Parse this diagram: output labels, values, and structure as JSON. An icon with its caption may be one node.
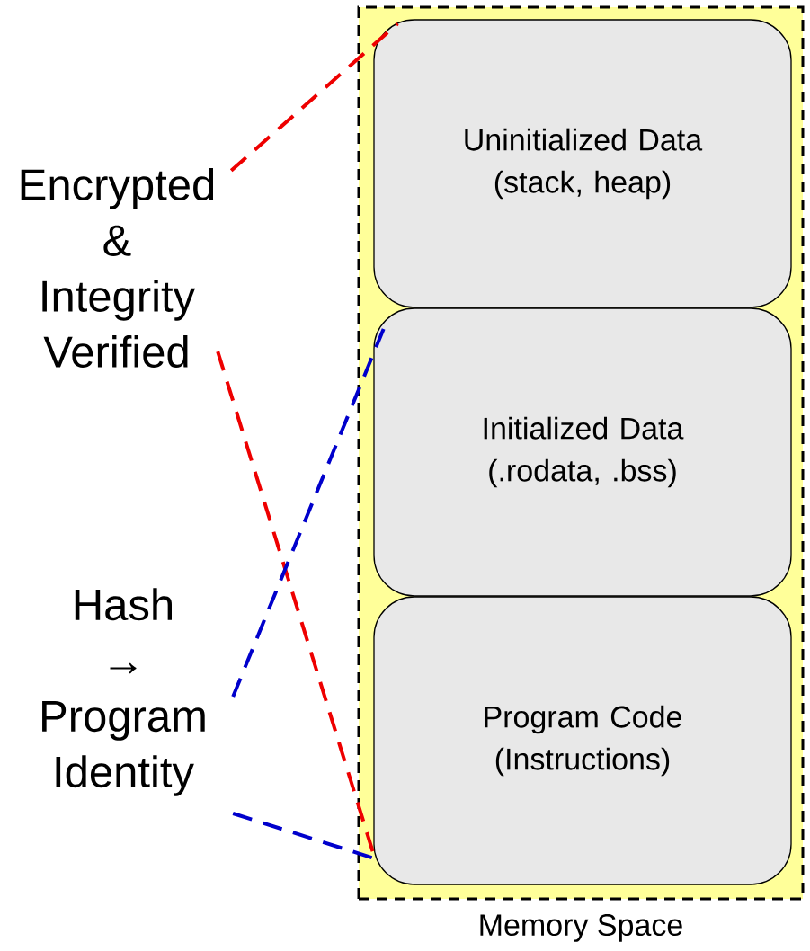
{
  "diagram": {
    "nodes": [
      {
        "text": [],
        "shape": "box",
        "beside": [
          "Memory Space"
        ]
      },
      {
        "text": [
          "Uninitialized Data (stack, heap)"
        ],
        "in": 0
      },
      {
        "text": [
          "Initialized Data (.rodata, .bss)"
        ],
        "in": 0
      },
      {
        "text": [
          "Program Code (Instructions)"
        ],
        "in": 0
      },
      {
        "text": [
          "Encrypted & Integrity Verified"
        ]
      },
      {
        "text": [
          "Hash → Program Identity"
        ]
      }
    ],
    "edges": [
      {
        "from": 4,
        "to": 1,
        "arrow": "none",
        "style": "dashed",
        "color": "#ee0000"
      },
      {
        "from": 4,
        "to": 3,
        "arrow": "none",
        "style": "dashed",
        "color": "#ee0000"
      },
      {
        "from": 5,
        "to": 2,
        "arrow": "none",
        "style": "dashed",
        "color": "#0000cc"
      },
      {
        "from": 5,
        "to": 3,
        "arrow": "none",
        "style": "dashed",
        "color": "#0000cc"
      }
    ]
  }
}
